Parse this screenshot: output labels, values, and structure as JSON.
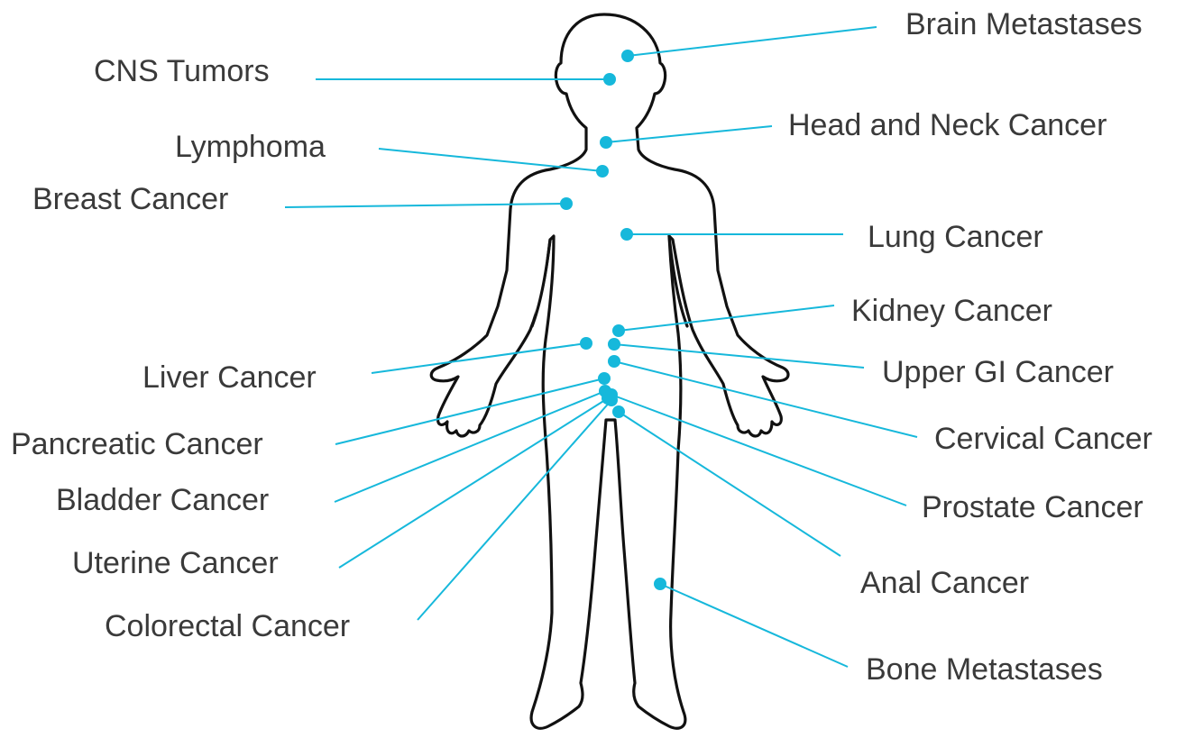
{
  "colors": {
    "accent": "#16b8db",
    "outline": "#111111",
    "text": "#3a3a3a",
    "background": "#ffffff"
  },
  "labels": {
    "brain_metastases": "Brain Metastases",
    "cns_tumors": "CNS Tumors",
    "head_and_neck_cancer": "Head and Neck Cancer",
    "lymphoma": "Lymphoma",
    "breast_cancer": "Breast Cancer",
    "lung_cancer": "Lung Cancer",
    "kidney_cancer": "Kidney Cancer",
    "liver_cancer": "Liver Cancer",
    "upper_gi_cancer": "Upper GI Cancer",
    "pancreatic_cancer": "Pancreatic Cancer",
    "cervical_cancer": "Cervical Cancer",
    "bladder_cancer": "Bladder Cancer",
    "prostate_cancer": "Prostate Cancer",
    "uterine_cancer": "Uterine Cancer",
    "anal_cancer": "Anal Cancer",
    "colorectal_cancer": "Colorectal Cancer",
    "bone_metastases": "Bone Metastases"
  }
}
